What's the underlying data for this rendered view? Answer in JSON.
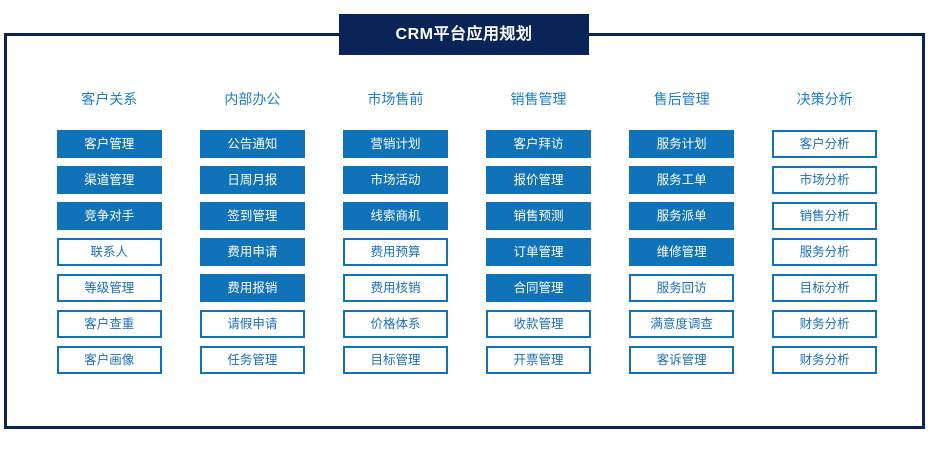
{
  "title": {
    "text": "CRM平台应用规划"
  },
  "colors": {
    "frame": "#0a2458",
    "banner_bg": "#0a2458",
    "banner_text": "#ffffff",
    "filled_bg": "#1072b8",
    "filled_text": "#ffffff",
    "outline_border": "#1072b8",
    "outline_text": "#1c6fc0",
    "header_text": "#1c7bd4",
    "page_bg": "#ffffff"
  },
  "columns": [
    {
      "header": "客户关系",
      "items": [
        {
          "label": "客户管理",
          "style": "filled"
        },
        {
          "label": "渠道管理",
          "style": "filled"
        },
        {
          "label": "竞争对手",
          "style": "filled"
        },
        {
          "label": "联系人",
          "style": "outline"
        },
        {
          "label": "等级管理",
          "style": "outline"
        },
        {
          "label": "客户查重",
          "style": "outline"
        },
        {
          "label": "客户画像",
          "style": "outline"
        }
      ]
    },
    {
      "header": "内部办公",
      "items": [
        {
          "label": "公告通知",
          "style": "filled"
        },
        {
          "label": "日周月报",
          "style": "filled"
        },
        {
          "label": "签到管理",
          "style": "filled"
        },
        {
          "label": "费用申请",
          "style": "filled"
        },
        {
          "label": "费用报销",
          "style": "filled"
        },
        {
          "label": "请假申请",
          "style": "outline"
        },
        {
          "label": "任务管理",
          "style": "outline"
        }
      ]
    },
    {
      "header": "市场售前",
      "items": [
        {
          "label": "营销计划",
          "style": "filled"
        },
        {
          "label": "市场活动",
          "style": "filled"
        },
        {
          "label": "线索商机",
          "style": "filled"
        },
        {
          "label": "费用预算",
          "style": "outline"
        },
        {
          "label": "费用核销",
          "style": "outline"
        },
        {
          "label": "价格体系",
          "style": "outline"
        },
        {
          "label": "目标管理",
          "style": "outline"
        }
      ]
    },
    {
      "header": "销售管理",
      "items": [
        {
          "label": "客户拜访",
          "style": "filled"
        },
        {
          "label": "报价管理",
          "style": "filled"
        },
        {
          "label": "销售预测",
          "style": "filled"
        },
        {
          "label": "订单管理",
          "style": "filled"
        },
        {
          "label": "合同管理",
          "style": "filled"
        },
        {
          "label": "收款管理",
          "style": "outline"
        },
        {
          "label": "开票管理",
          "style": "outline"
        }
      ]
    },
    {
      "header": "售后管理",
      "items": [
        {
          "label": "服务计划",
          "style": "filled"
        },
        {
          "label": "服务工单",
          "style": "filled"
        },
        {
          "label": "服务派单",
          "style": "filled"
        },
        {
          "label": "维修管理",
          "style": "filled"
        },
        {
          "label": "服务回访",
          "style": "outline"
        },
        {
          "label": "满意度调查",
          "style": "outline"
        },
        {
          "label": "客诉管理",
          "style": "outline"
        }
      ]
    },
    {
      "header": "决策分析",
      "items": [
        {
          "label": "客户分析",
          "style": "outline"
        },
        {
          "label": "市场分析",
          "style": "outline"
        },
        {
          "label": "销售分析",
          "style": "outline"
        },
        {
          "label": "服务分析",
          "style": "outline"
        },
        {
          "label": "目标分析",
          "style": "outline"
        },
        {
          "label": "财务分析",
          "style": "outline"
        },
        {
          "label": "财务分析",
          "style": "outline"
        }
      ]
    }
  ]
}
